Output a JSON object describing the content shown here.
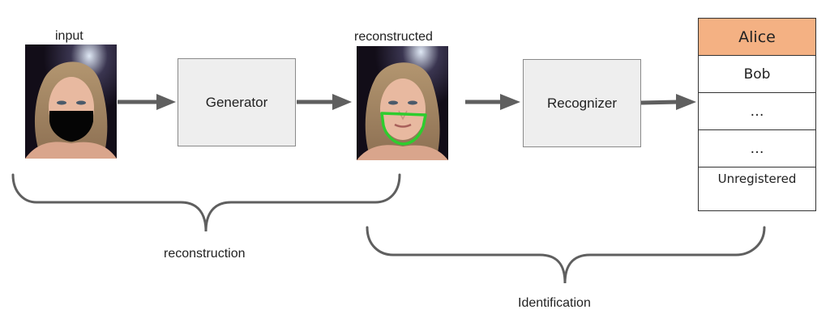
{
  "labels": {
    "input": "input",
    "reconstructed": "reconstructed",
    "reconstruction": "reconstruction",
    "identification": "Identification"
  },
  "blocks": {
    "generator": "Generator",
    "recognizer": "Recognizer"
  },
  "identity_list": {
    "rows": [
      {
        "label": "Alice",
        "highlighted": true
      },
      {
        "label": "Bob",
        "highlighted": false
      },
      {
        "label": "…",
        "highlighted": false
      },
      {
        "label": "…",
        "highlighted": false
      },
      {
        "label": "Unregistered",
        "highlighted": false
      }
    ],
    "highlight_color": "#f4b183"
  },
  "images": {
    "input": "face-photo-masked",
    "reconstructed": "face-photo-reconstructed-with-green-outline"
  },
  "colors": {
    "arrow": "#5f5f5f",
    "block_fill": "#eeeeee",
    "outline_green": "#2ecc2e"
  }
}
